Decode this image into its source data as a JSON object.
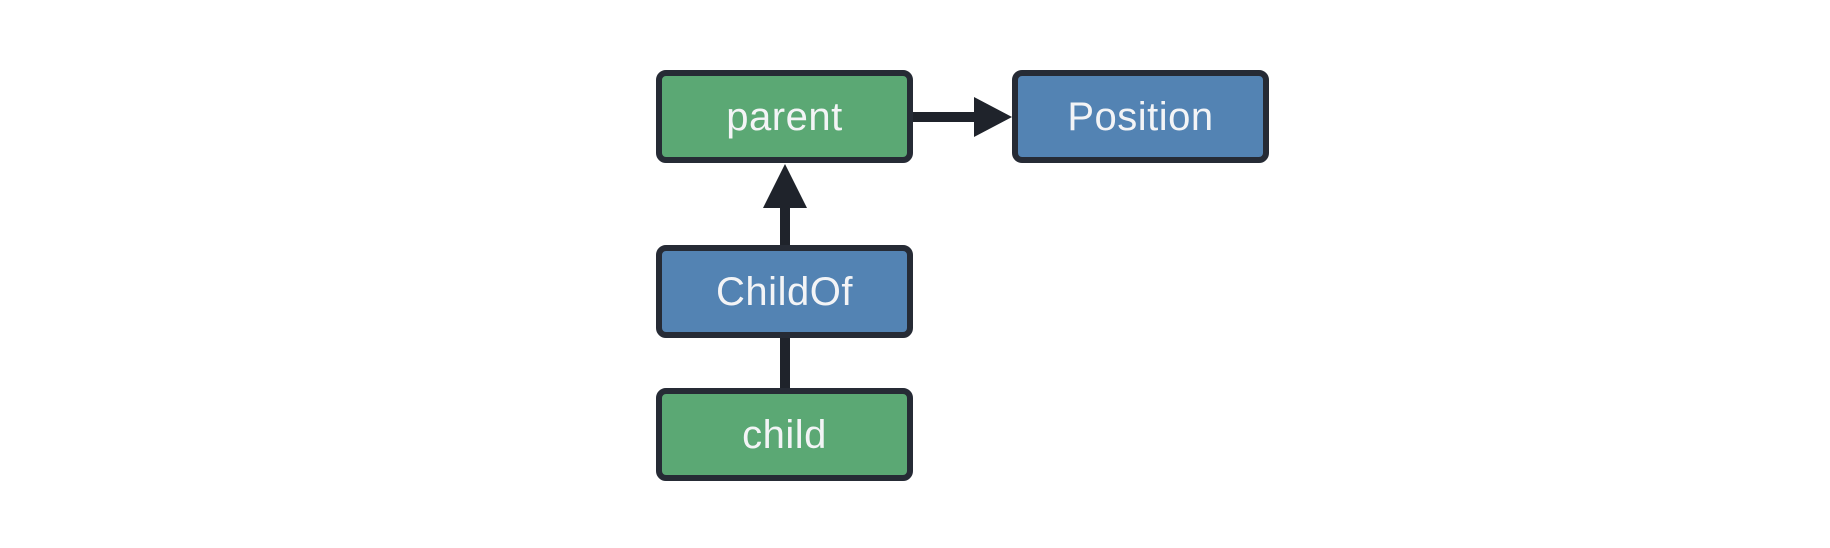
{
  "diagram": {
    "background": "#FFFFFF",
    "colors": {
      "entity_fill": "#5BA874",
      "component_fill": "#5383B3",
      "node_border": "#262B35",
      "connector": "#1F232B",
      "label_text": "#F3F4F6"
    },
    "nodes": [
      {
        "id": "parent",
        "label": "parent",
        "type": "entity"
      },
      {
        "id": "position",
        "label": "Position",
        "type": "component"
      },
      {
        "id": "childof",
        "label": "ChildOf",
        "type": "component"
      },
      {
        "id": "child",
        "label": "child",
        "type": "entity"
      }
    ],
    "edges": [
      {
        "from": "parent",
        "to": "Position",
        "kind": "arrow-right"
      },
      {
        "from": "ChildOf",
        "to": "parent",
        "kind": "arrow-up"
      },
      {
        "from": "child",
        "to": "ChildOf",
        "kind": "line"
      }
    ]
  }
}
